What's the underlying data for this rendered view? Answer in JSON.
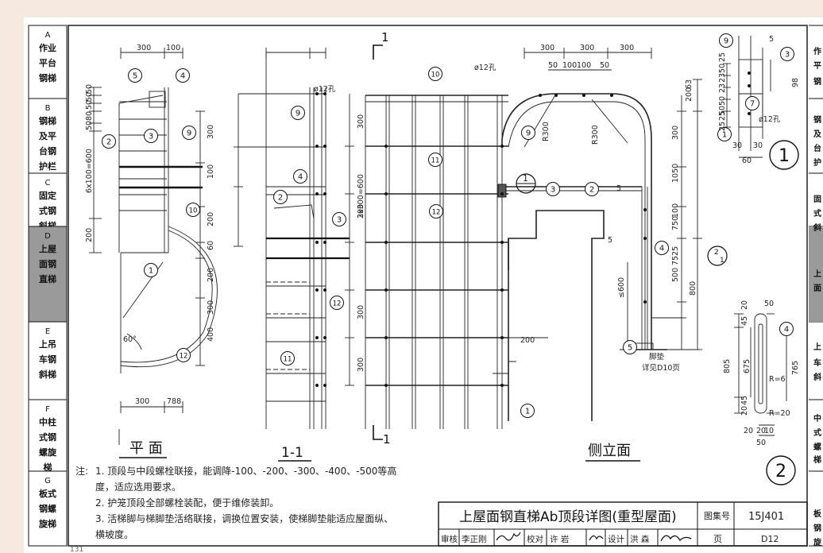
{
  "left_tabs": [
    {
      "letter": "A",
      "lines": [
        "作业",
        "平台",
        "钢梯"
      ],
      "active": false
    },
    {
      "letter": "B",
      "lines": [
        "钢梯",
        "及平",
        "台钢",
        "护栏"
      ],
      "active": false
    },
    {
      "letter": "C",
      "lines": [
        "固定",
        "式钢",
        "斜梯"
      ],
      "active": false
    },
    {
      "letter": "D",
      "lines": [
        "上屋",
        "面钢",
        "直梯"
      ],
      "active": true
    },
    {
      "letter": "E",
      "lines": [
        "上吊",
        "车钢",
        "斜梯"
      ],
      "active": false
    },
    {
      "letter": "F",
      "lines": [
        "中柱",
        "式钢",
        "螺旋",
        "梯"
      ],
      "active": false
    },
    {
      "letter": "G",
      "lines": [
        "板式",
        "钢螺",
        "旋梯"
      ],
      "active": false
    }
  ],
  "right_tabs_partial": [
    "作",
    "平",
    "钢",
    "钢",
    "及",
    "台",
    "护",
    "固",
    "式",
    "斜",
    "上",
    "面",
    "上",
    "车",
    "斜",
    "中",
    "式",
    "螺",
    "梯",
    "板",
    "钢",
    "旋"
  ],
  "views": {
    "plan_title": "平  面",
    "section_title": "1-1",
    "side_title": "侧立面",
    "section_mark": "1",
    "detail1_mark": "1",
    "detail2_mark": "2",
    "callout_1": "1",
    "callout_2_over_1": "2\n1"
  },
  "dims": {
    "plan": [
      "300",
      "100",
      "50",
      "50",
      "50",
      "80",
      "50",
      "6x100=600",
      "200",
      "300",
      "100",
      "60°",
      "300",
      "788",
      "200",
      "60",
      "200",
      "300",
      "400"
    ],
    "side": [
      "300",
      "300",
      "300",
      "50",
      "100",
      "100",
      "50",
      "300",
      "2x300=600",
      "300",
      "300",
      "300",
      "63",
      "200",
      "300",
      "1050",
      "750",
      "100",
      "25",
      "75",
      "800",
      "500",
      "≤600",
      "200",
      "R300",
      "R300"
    ],
    "detail1": [
      "25",
      "50",
      "23",
      "23",
      "50",
      "25",
      "50",
      "25",
      "98",
      "30",
      "30",
      "60"
    ],
    "detail2": [
      "50",
      "20",
      "45",
      "805",
      "675",
      "765",
      "45",
      "20",
      "R=6",
      "R=20",
      "20",
      "20",
      "10",
      "50"
    ]
  },
  "labels": {
    "hole_12": "ø12孔",
    "weld_5": "5",
    "pad_text": "脚垫",
    "pad_ref": "详见D10页"
  },
  "callouts": [
    "1",
    "2",
    "3",
    "4",
    "5",
    "7",
    "9",
    "10",
    "11",
    "12"
  ],
  "notes": {
    "prefix": "注:",
    "items": [
      "1. 顶段与中段螺栓联接，能调降-100、-200、-300、-400、-500等高",
      "   度，适应选用要求。",
      "2. 护笼顶段全部螺栓装配，便于维修装卸。",
      "3. 活梯脚与梯脚垫活络联接，调换位置安装，使梯脚垫能适应屋面纵、",
      "   横坡度。"
    ]
  },
  "title_block": {
    "title": "上屋面钢直梯Ab顶段详图(重型屋面)",
    "atlas_label": "图集号",
    "atlas_no": "15J401",
    "page_label": "页",
    "page_no": "D12",
    "review": "审核",
    "reviewer": "李正刚",
    "check": "校对",
    "checker": "许  岩",
    "design": "设计",
    "designer": "洪  森"
  },
  "page_number_hint": "131"
}
